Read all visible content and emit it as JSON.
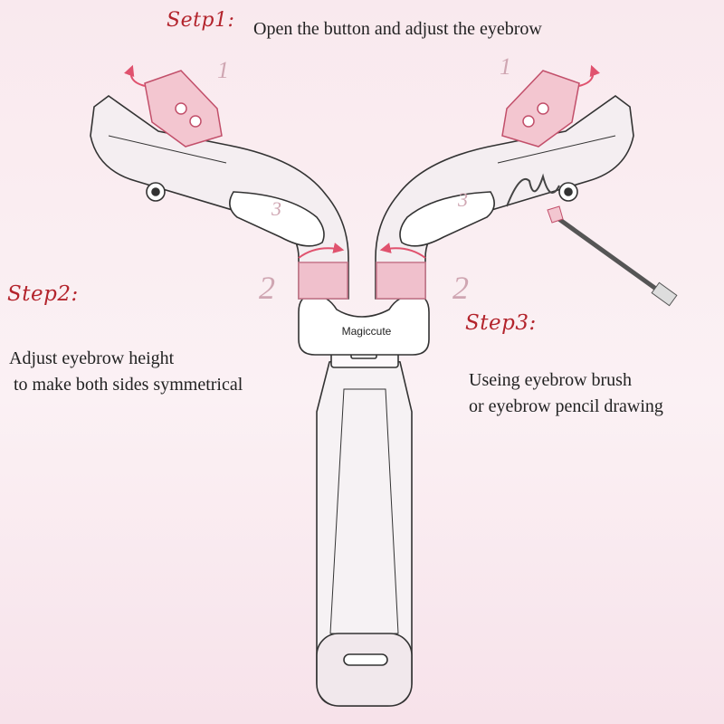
{
  "steps": [
    {
      "title": "Setp1:",
      "text": "Open the button and adjust the eyebrow"
    },
    {
      "title": "Step2:",
      "text": "Adjust eyebrow height\n to make both sides symmetrical"
    },
    {
      "title": "Step3:",
      "text": "Useing eyebrow brush\nor eyebrow pencil drawing"
    }
  ],
  "diagram": {
    "brand": "Magiccute",
    "markers": {
      "one": "1",
      "two": "2",
      "three": "3"
    }
  },
  "colors": {
    "accent": "#b3242c",
    "arrow": "#e0526e",
    "outline": "#333333",
    "clip": "#f0c0cc"
  }
}
